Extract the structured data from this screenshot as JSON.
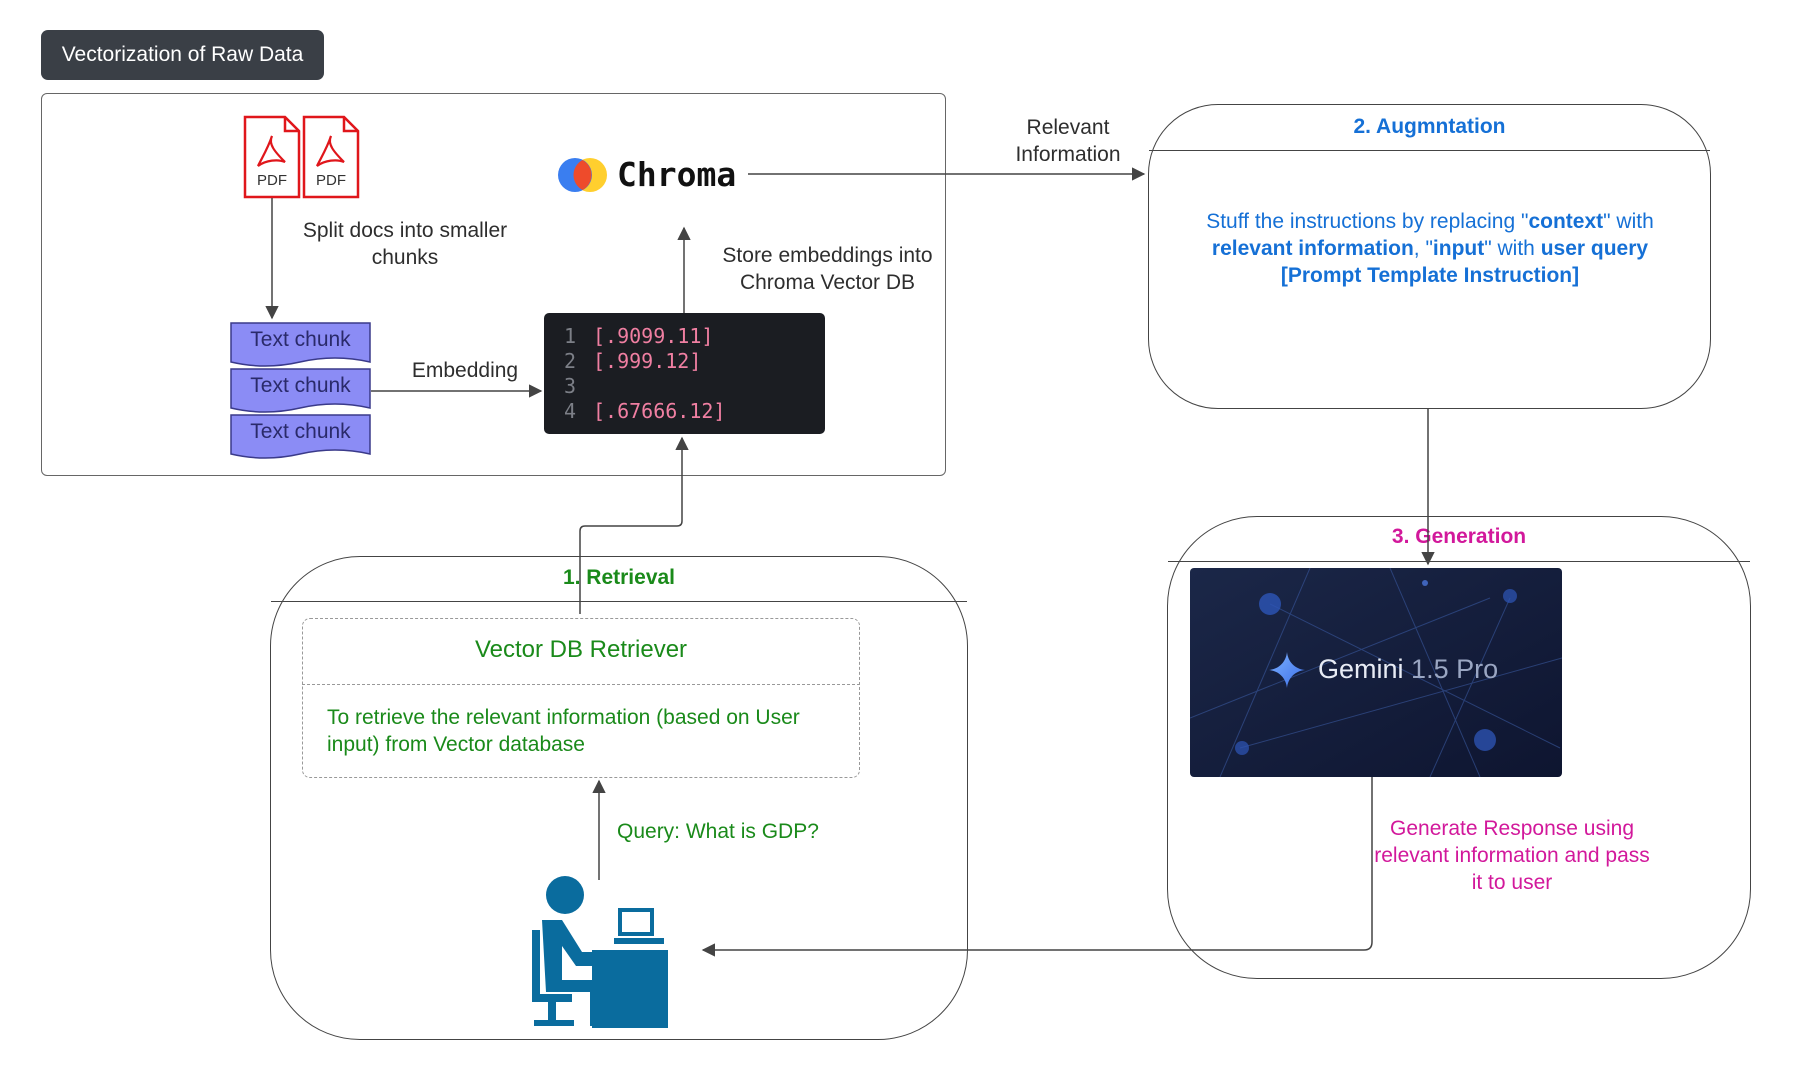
{
  "title": "Vectorization of Raw Data",
  "pdf_icons": [
    "PDF",
    "PDF"
  ],
  "split_label": "Split docs into smaller chunks",
  "text_chunks": [
    "Text chunk",
    "Text chunk",
    "Text chunk"
  ],
  "embedding_label": "Embedding",
  "store_label": "Store embeddings into Chroma Vector DB",
  "chroma_logo_text": "Chroma",
  "code_lines": [
    {
      "line": "1",
      "value": "[.9099.11]"
    },
    {
      "line": "2",
      "value": "[.999.12]"
    },
    {
      "line": "3",
      "value": ""
    },
    {
      "line": "4",
      "value": "[.67666.12]"
    }
  ],
  "relevant_info_label": "Relevant Information",
  "augmentation": {
    "header": "2. Augmntation",
    "body_part1": "Stuff the instructions by replacing \"",
    "body_context": "context",
    "body_part2": "\" with ",
    "body_relevant": "relevant information",
    "body_part3": ", \"",
    "body_input": "input",
    "body_part4": "\" with ",
    "body_user_query": "user query",
    "body_template": "[Prompt Template Instruction]"
  },
  "generation": {
    "header": "3. Generation",
    "model_name": "Gemini",
    "model_version": "1.5 Pro",
    "response_text": "Generate Response using relevant information and pass it to user"
  },
  "retrieval": {
    "header": "1. Retrieval",
    "retriever_title": "Vector DB Retriever",
    "retriever_desc": "To retrieve the relevant information (based on User input) from Vector database",
    "query_label": "Query: What is GDP?"
  },
  "colors": {
    "augmentation": "#1570d6",
    "generation": "#d2189b",
    "retrieval": "#1a8a1a",
    "chunk_fill": "#8b8cf5",
    "code_bg": "#1b1d22",
    "code_value": "#f07fa2",
    "user_icon": "#0a6c9e",
    "title_bg": "#3a3f46"
  }
}
